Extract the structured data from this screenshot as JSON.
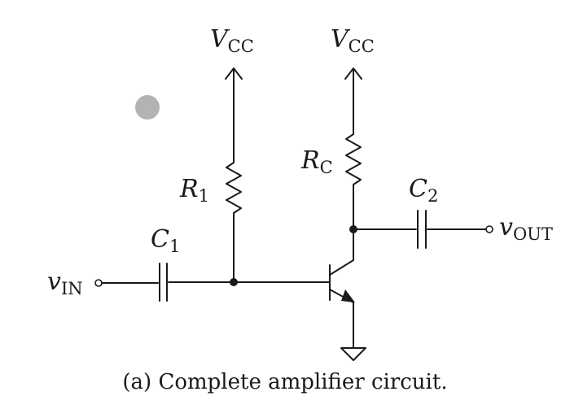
{
  "labels": {
    "vcc_left": {
      "symbol": "V",
      "sub": "CC"
    },
    "vcc_right": {
      "symbol": "V",
      "sub": "CC"
    },
    "r1": {
      "symbol": "R",
      "sub": "1"
    },
    "rc": {
      "symbol": "R",
      "sub": "C"
    },
    "c1": {
      "symbol": "C",
      "sub": "1"
    },
    "c2": {
      "symbol": "C",
      "sub": "2"
    },
    "vin": {
      "symbol": "v",
      "sub": "IN"
    },
    "vout": {
      "symbol": "v",
      "sub": "OUT"
    }
  },
  "caption": "(a) Complete amplifier circuit.",
  "colors": {
    "ink": "#1a1a1a",
    "pointer": "#b3b3b3"
  }
}
